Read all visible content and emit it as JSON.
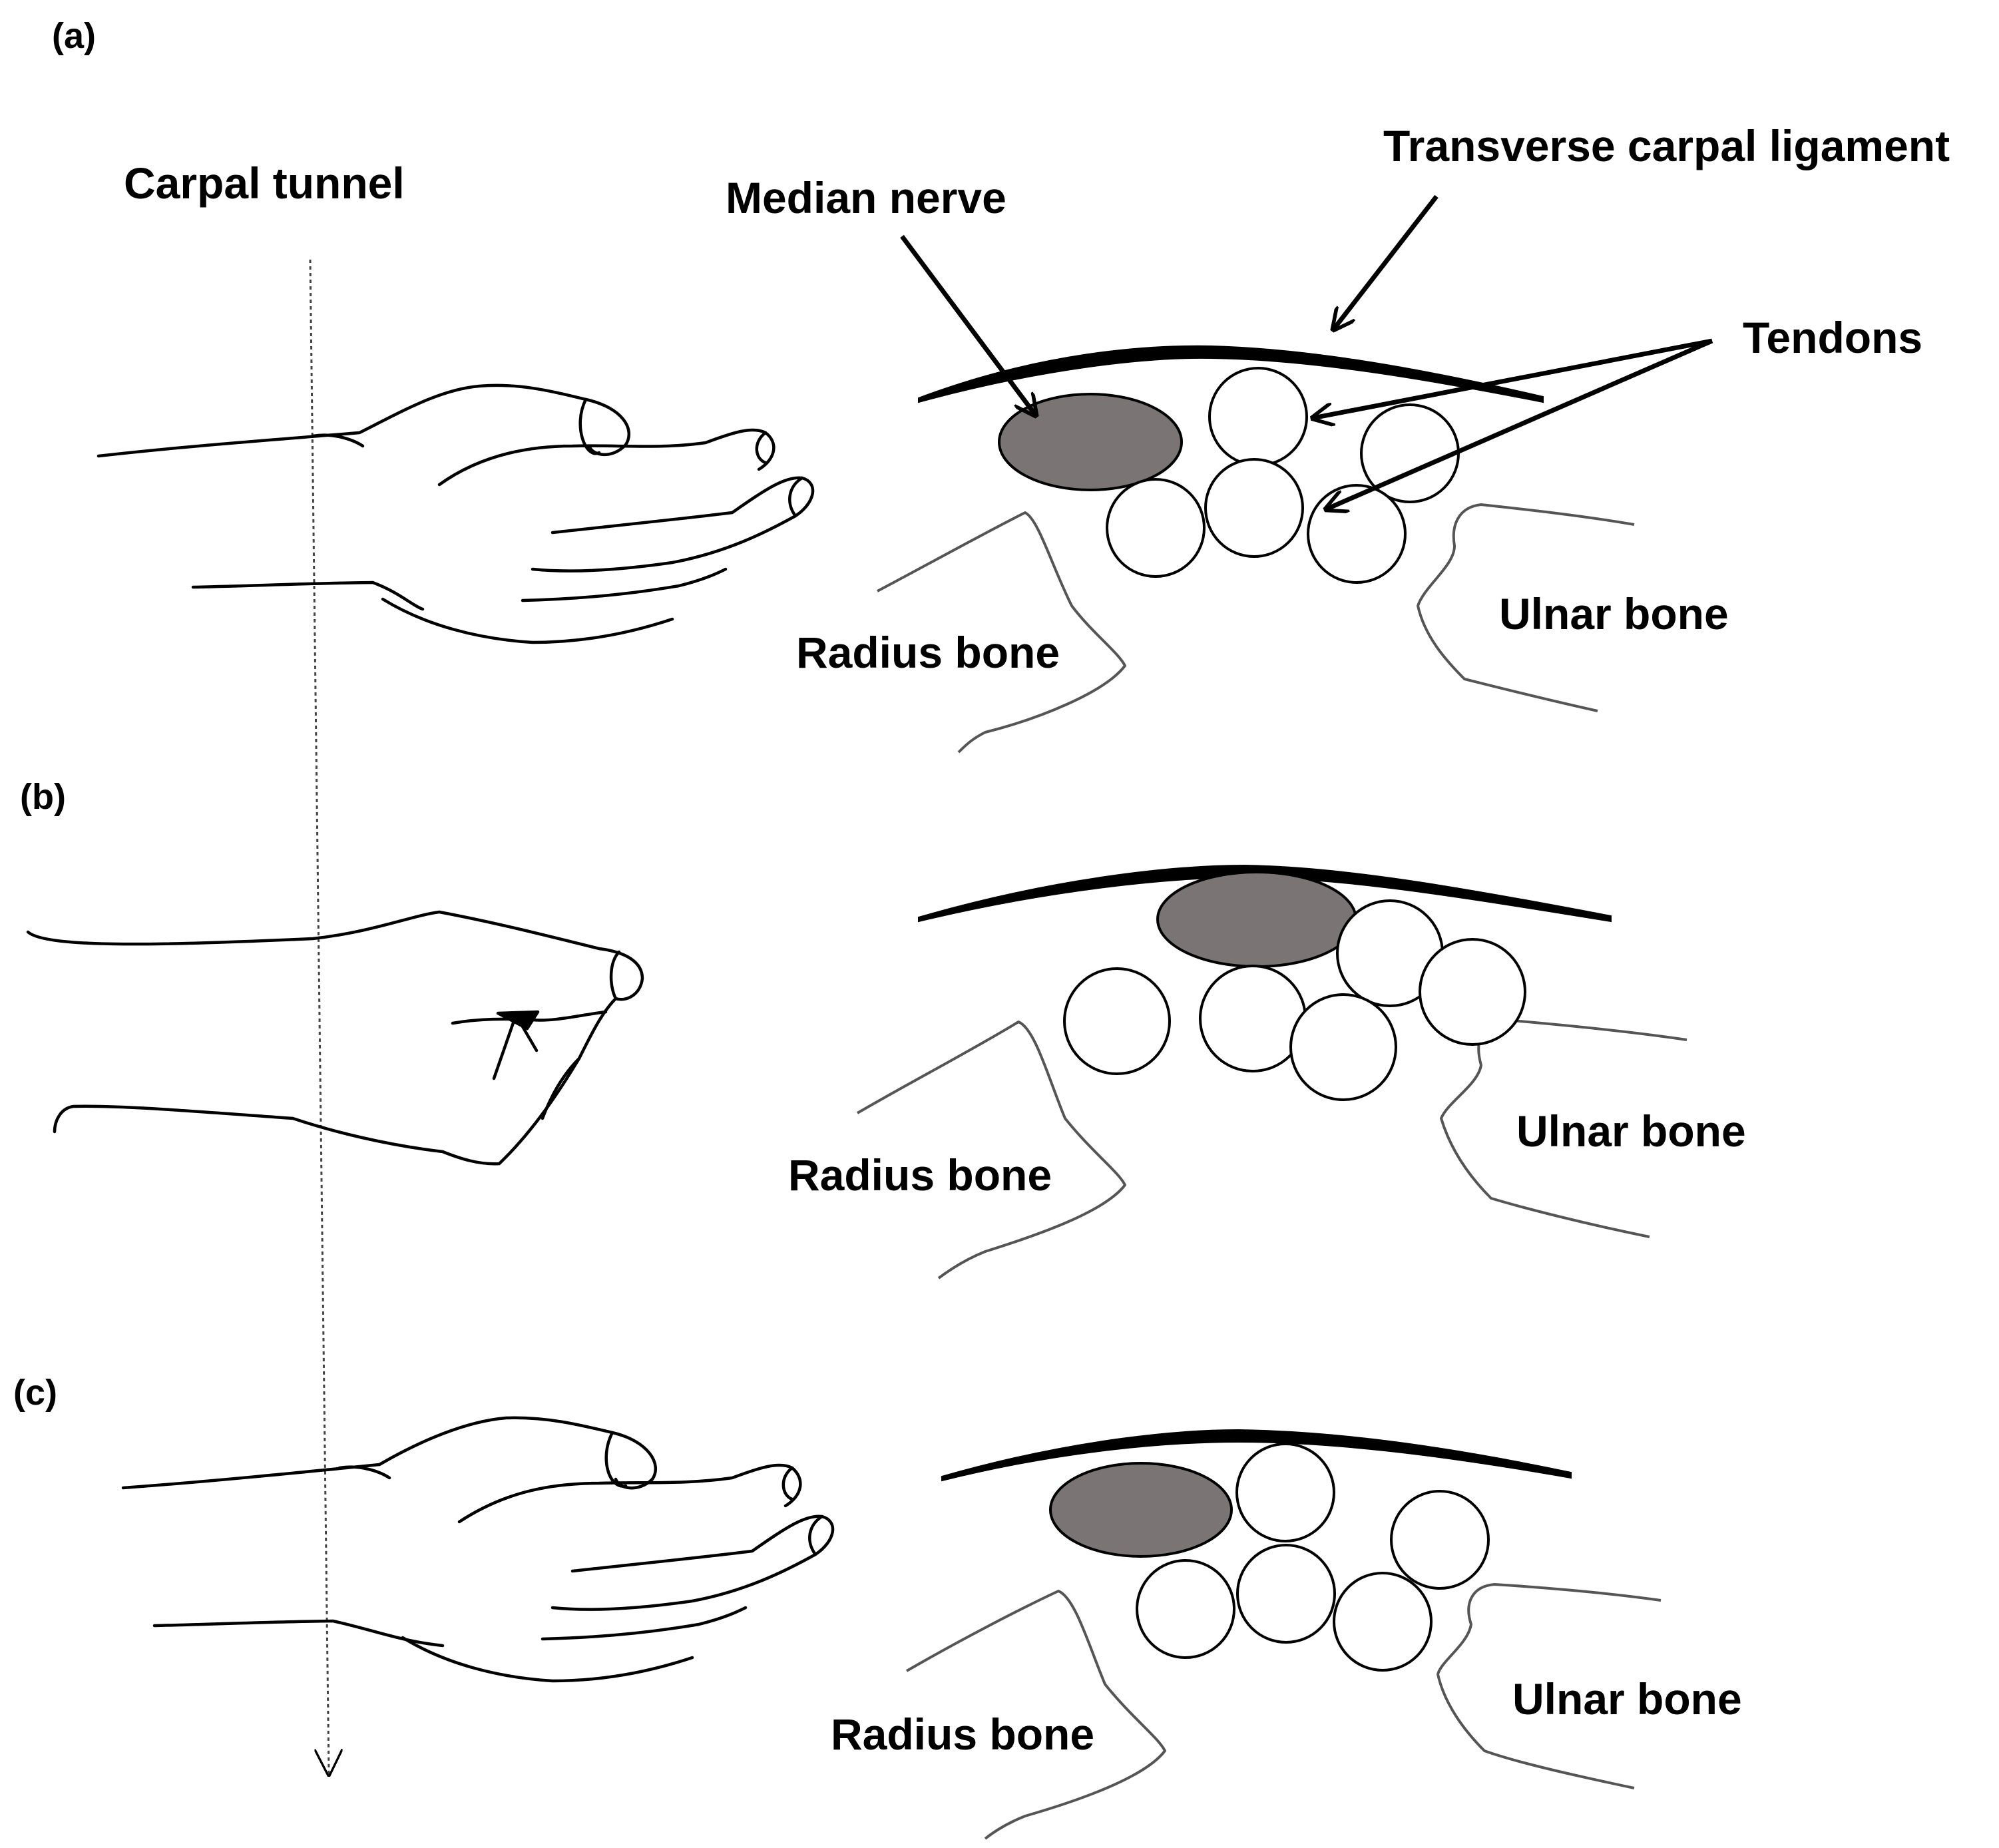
{
  "panels": [
    {
      "id": "a",
      "label": "(a)"
    },
    {
      "id": "b",
      "label": "(b)"
    },
    {
      "id": "c",
      "label": "(c)"
    }
  ],
  "labels": {
    "carpal_tunnel": "Carpal tunnel",
    "median_nerve": "Median nerve",
    "transverse_carpal_ligament": "Transverse carpal ligament",
    "tendons": "Tendons",
    "radius_bone": "Radius bone",
    "ulnar_bone": "Ulnar bone"
  },
  "colors": {
    "nerve_fill": "#7a7574",
    "bone_line": "#555555",
    "ink": "#000000"
  }
}
